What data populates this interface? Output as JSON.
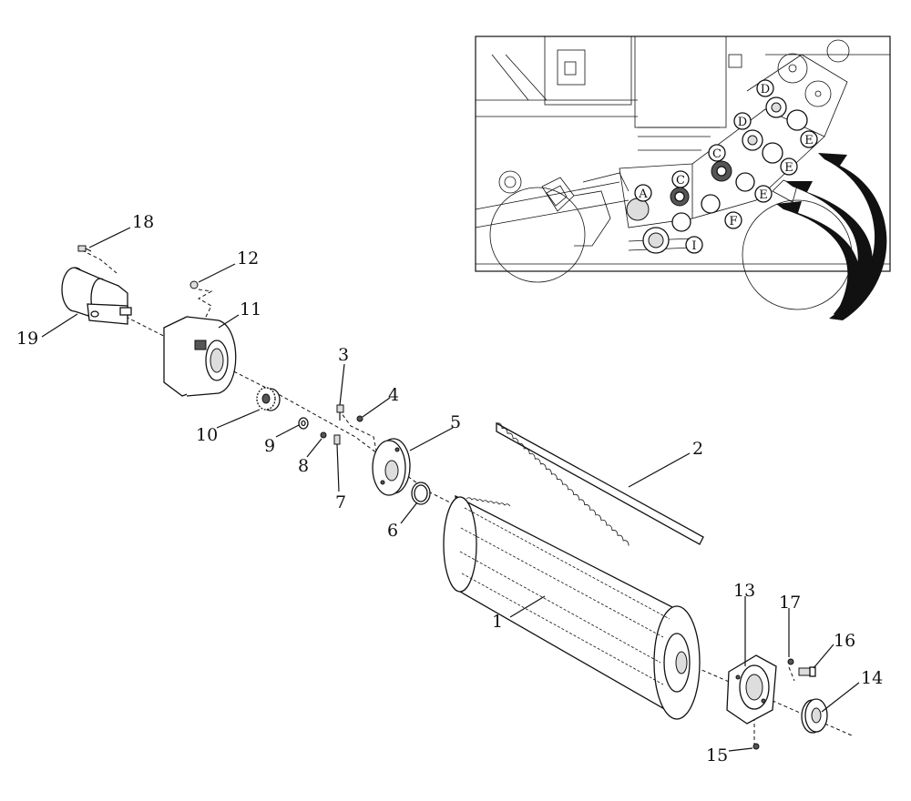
{
  "callouts": [
    {
      "num": "1"
    },
    {
      "num": "2"
    },
    {
      "num": "3"
    },
    {
      "num": "4"
    },
    {
      "num": "5"
    },
    {
      "num": "6"
    },
    {
      "num": "7"
    },
    {
      "num": "8"
    },
    {
      "num": "9"
    },
    {
      "num": "10"
    },
    {
      "num": "11"
    },
    {
      "num": "12"
    },
    {
      "num": "13"
    },
    {
      "num": "14"
    },
    {
      "num": "15"
    },
    {
      "num": "16"
    },
    {
      "num": "17"
    },
    {
      "num": "18"
    },
    {
      "num": "19"
    }
  ],
  "inset": {
    "letters": [
      "A",
      "C",
      "C",
      "D",
      "D",
      "E",
      "E",
      "E",
      "F",
      "I"
    ]
  },
  "colors": {
    "line": "#111111",
    "background": "#ffffff",
    "arrow": "#111111"
  }
}
